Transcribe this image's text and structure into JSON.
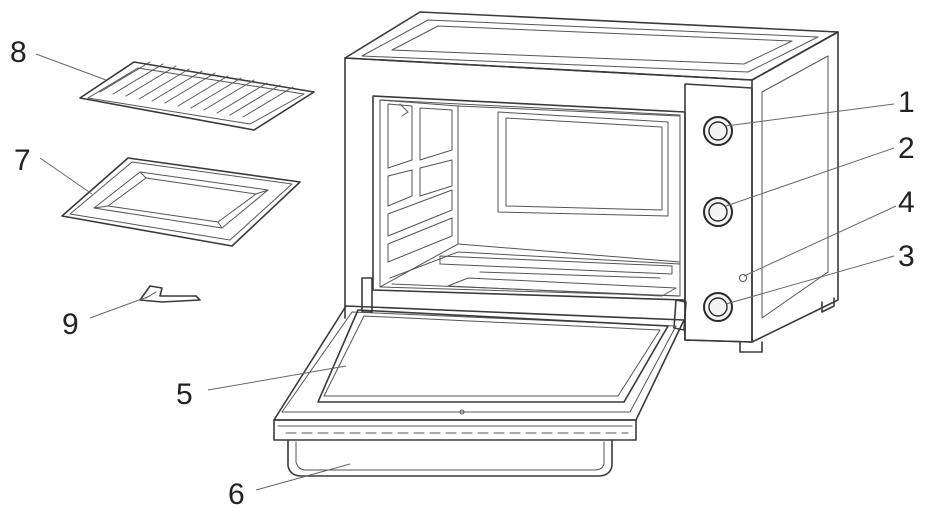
{
  "callouts": [
    {
      "id": "1",
      "label": "1"
    },
    {
      "id": "2",
      "label": "2"
    },
    {
      "id": "3",
      "label": "3"
    },
    {
      "id": "4",
      "label": "4"
    },
    {
      "id": "5",
      "label": "5"
    },
    {
      "id": "6",
      "label": "6"
    },
    {
      "id": "7",
      "label": "7"
    },
    {
      "id": "8",
      "label": "8"
    },
    {
      "id": "9",
      "label": "9"
    }
  ],
  "colors": {
    "line": "#3a3a3a",
    "background": "#ffffff"
  },
  "parts": [
    "knob-top",
    "knob-middle",
    "knob-bottom",
    "indicator-light",
    "oven-door-glass",
    "door-handle",
    "baking-tray",
    "wire-rack",
    "tray-handle"
  ]
}
